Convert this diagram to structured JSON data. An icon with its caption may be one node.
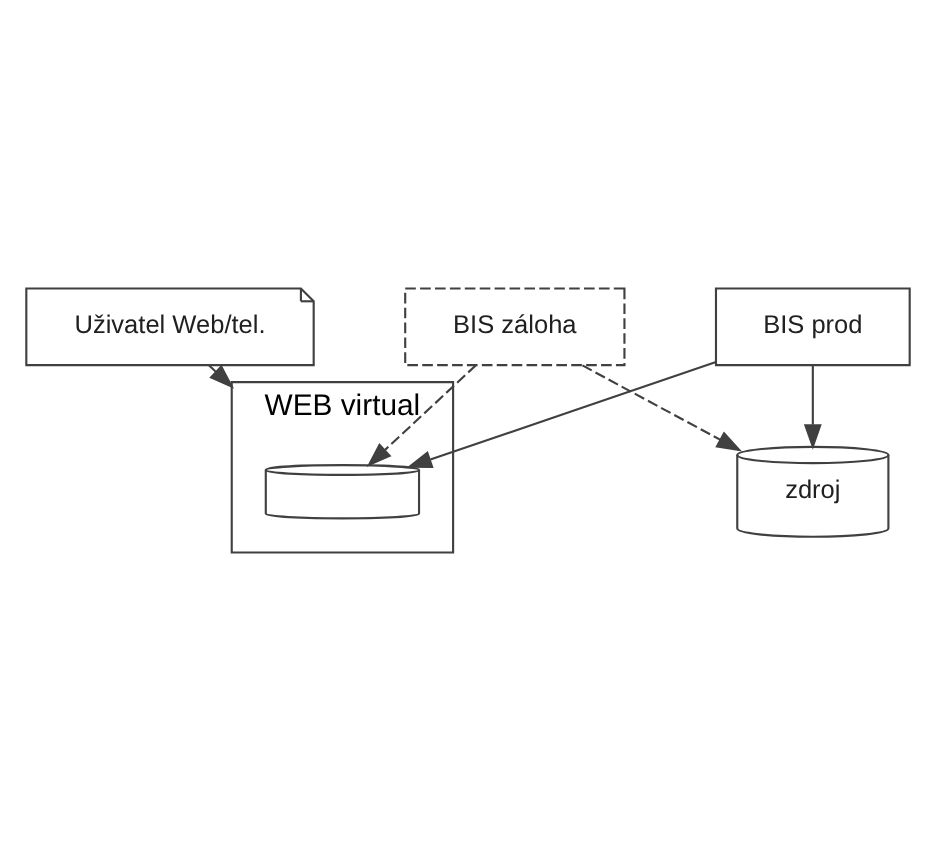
{
  "diagram": {
    "nodes": [
      {
        "text": [
          "Uživatel Web/tel."
        ]
      },
      {
        "text": [
          "WEB virtual"
        ]
      },
      {
        "text": [],
        "shape": "cylinder",
        "in": 1
      },
      {
        "text": [
          "BIS prod"
        ]
      },
      {
        "text": [
          "BIS záloha"
        ]
      },
      {
        "text": [
          "zdroj"
        ]
      }
    ],
    "edges": [
      {
        "from": 0,
        "to": 1,
        "arrow": "to"
      },
      {
        "from": 3,
        "to": 2,
        "arrow": "to"
      },
      {
        "from": 4,
        "to": 2,
        "arrow": "to",
        "style": "dashed"
      },
      {
        "from": 3,
        "to": 5,
        "arrow": "to"
      },
      {
        "from": 4,
        "to": 5,
        "arrow": "to",
        "style": "dashed"
      }
    ]
  }
}
